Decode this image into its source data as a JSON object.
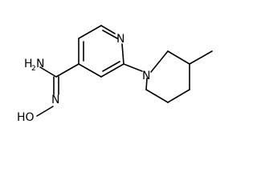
{
  "molecule": {
    "atoms": {
      "amine": {
        "main": "H",
        "sub": "2",
        "tail": "N"
      },
      "pyridine_n": {
        "text": "N"
      },
      "piperidine_n": {
        "text": "N"
      },
      "oxime_n": {
        "text": "N"
      },
      "hydroxyl": {
        "text": "HO"
      }
    }
  },
  "colors": {
    "bond": "#000000",
    "background": "#ffffff"
  }
}
